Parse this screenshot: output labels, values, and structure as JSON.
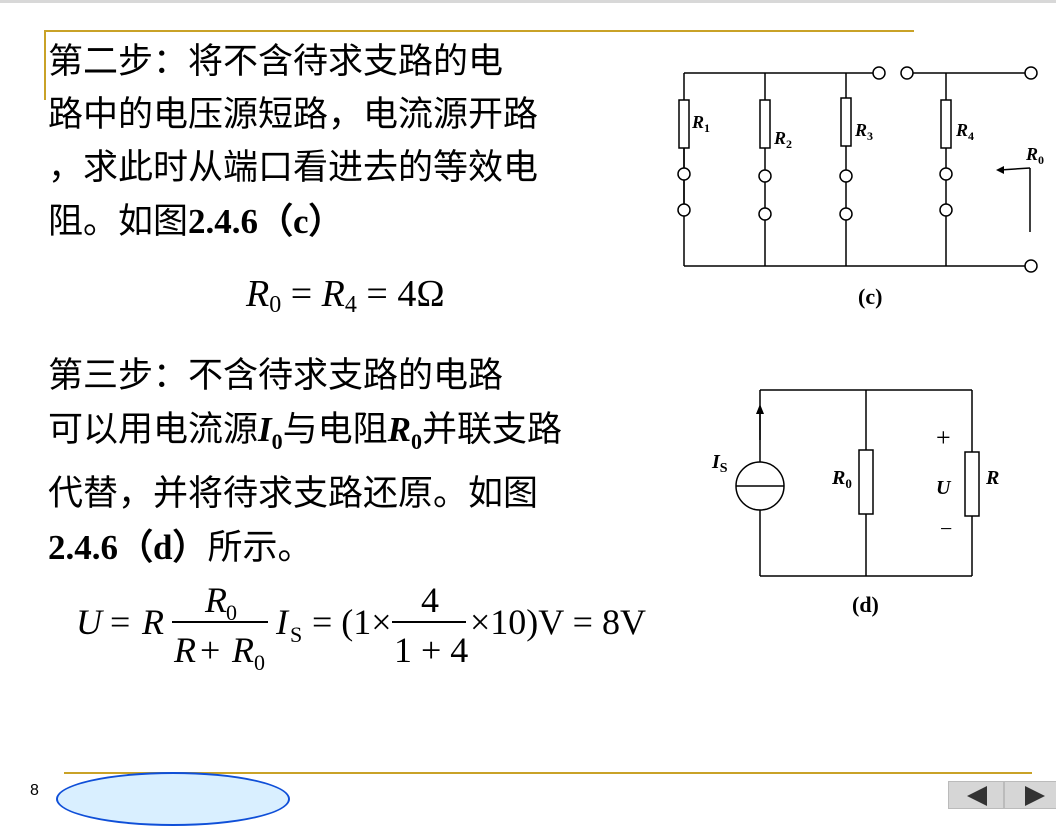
{
  "step2": {
    "line1": "  第二步：将不含待求支路的电",
    "line2": "路中的电压源短路，电流源开路",
    "line3": "，求此时从端口看进去的等效电",
    "line4_pre": "阻。如图",
    "line4_ref": "2.4.6（c）"
  },
  "eq1": {
    "lhs": "R",
    "lhs_sub": "0",
    "mid": "R",
    "mid_sub": "4",
    "rhs": "4Ω"
  },
  "step3": {
    "line1": "  第三步：不含待求支路的电路",
    "line2_a": "可以用电流源",
    "line2_i": "I",
    "line2_isub": "0",
    "line2_b": "与电阻",
    "line2_r": "R",
    "line2_rsub": "0",
    "line2_c": "并联支路",
    "line3": "代替，并将待求支路还原。如图",
    "line4_ref": "2.4.6（d）",
    "line4_post": "所示。"
  },
  "eq2": {
    "U": "U",
    "R": "R",
    "num_R": "R",
    "num_sub": "0",
    "den_R": "R",
    "den_plus": "+",
    "den_R0": "R",
    "den_sub": "0",
    "Is": "I",
    "Is_sub": "S",
    "middle_pre": "= (1×",
    "num2": "4",
    "den2": "1 + 4",
    "middle_post": "×10)V = 8V"
  },
  "circuit_c": {
    "labels": [
      "R1",
      "R2",
      "R3",
      "R4"
    ],
    "label_main": [
      "R",
      "R",
      "R",
      "R"
    ],
    "label_sub": [
      "1",
      "2",
      "3",
      "4"
    ],
    "r0_main": "R",
    "r0_sub": "0",
    "caption": "(c)"
  },
  "circuit_d": {
    "is_main": "I",
    "is_sub": "S",
    "r0_main": "R",
    "r0_sub": "0",
    "r": "R",
    "u": "U",
    "plus": "+",
    "minus": "−",
    "caption": "(d)"
  },
  "footer": {
    "page": "8"
  }
}
